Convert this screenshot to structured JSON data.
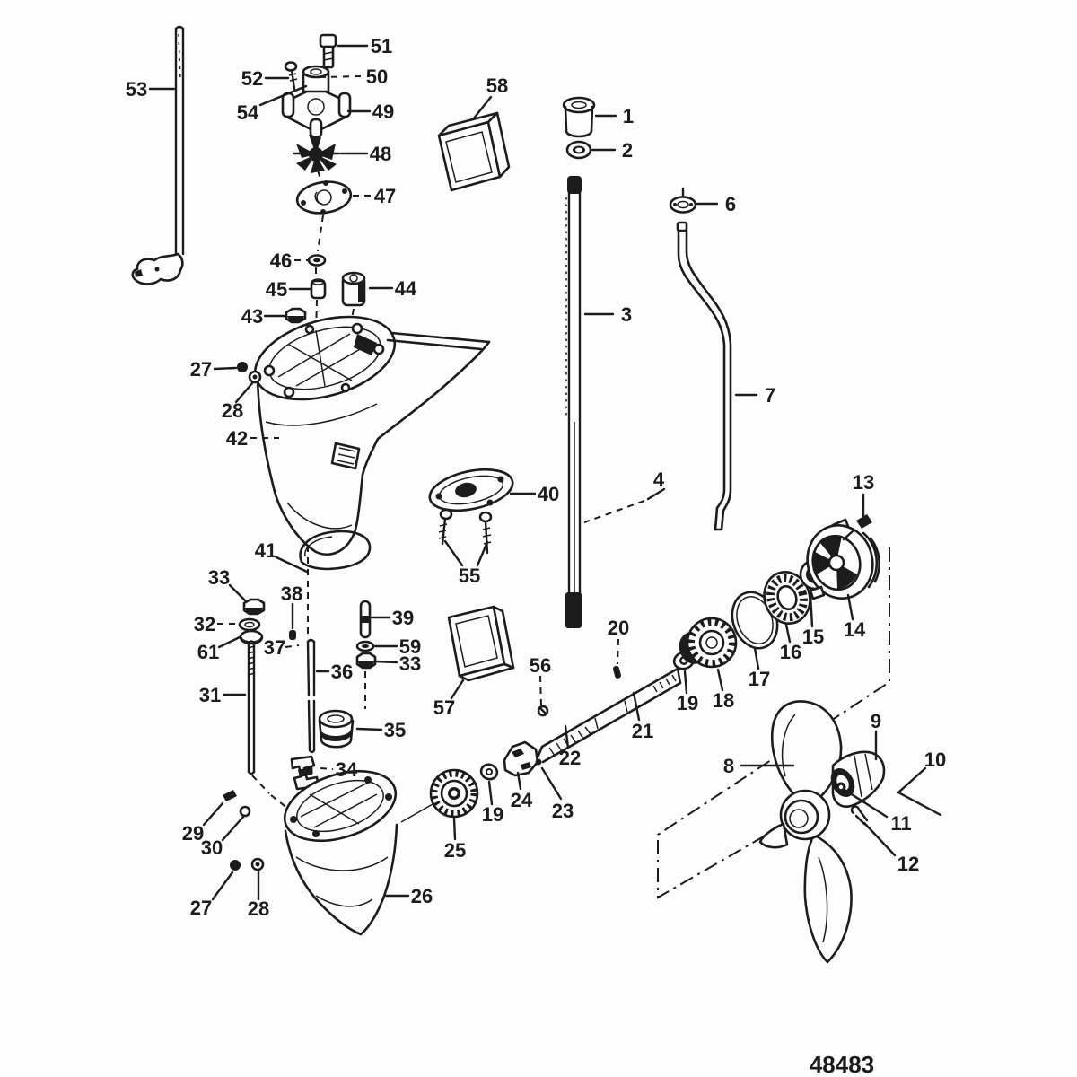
{
  "diagram": {
    "type": "exploded-parts-diagram",
    "background": "#fdfdfd",
    "ink": "#1c1c1c",
    "drawing_number": "48483",
    "callouts": {
      "n1": "1",
      "n2": "2",
      "n3": "3",
      "n4": "4",
      "n6": "6",
      "n7": "7",
      "n8": "8",
      "n9": "9",
      "n10": "10",
      "n11": "11",
      "n12": "12",
      "n13": "13",
      "n14": "14",
      "n15": "15",
      "n16": "16",
      "n17": "17",
      "n18": "18",
      "n19a": "19",
      "n19b": "19",
      "n20": "20",
      "n21": "21",
      "n22": "22",
      "n23": "23",
      "n24": "24",
      "n25": "25",
      "n26": "26",
      "n27a": "27",
      "n27b": "27",
      "n28a": "28",
      "n28b": "28",
      "n29": "29",
      "n30": "30",
      "n31": "31",
      "n32": "32",
      "n33a": "33",
      "n33b": "33",
      "n34": "34",
      "n35": "35",
      "n36": "36",
      "n37": "37",
      "n38": "38",
      "n39": "39",
      "n40": "40",
      "n41": "41",
      "n42": "42",
      "n43": "43",
      "n44": "44",
      "n45": "45",
      "n46": "46",
      "n47": "47",
      "n48": "48",
      "n49": "49",
      "n50": "50",
      "n51": "51",
      "n52": "52",
      "n53": "53",
      "n54": "54",
      "n55": "55",
      "n56": "56",
      "n57": "57",
      "n58": "58",
      "n59": "59",
      "n61": "61"
    }
  }
}
